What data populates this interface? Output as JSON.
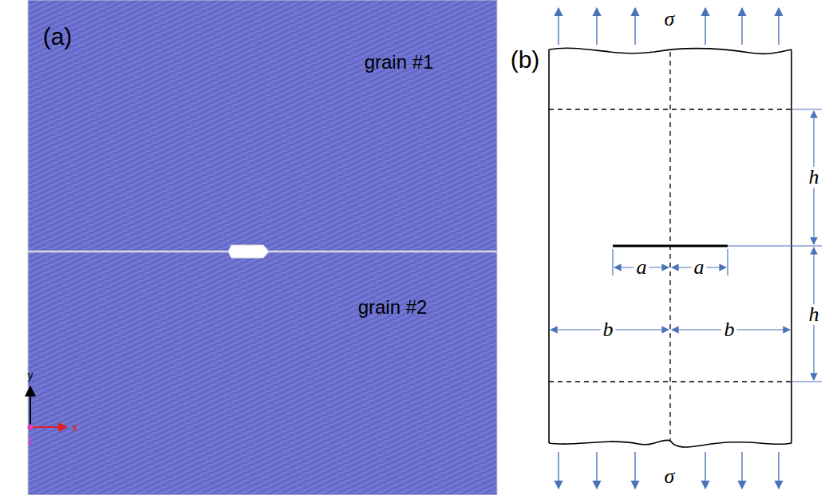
{
  "diagram": {
    "labels": [
      "(a)",
      "grain #1",
      "grain #2",
      "y",
      "x",
      "z",
      "(b)",
      "σ",
      "h",
      "h",
      "a",
      "a",
      "b",
      "b",
      "σ"
    ]
  }
}
